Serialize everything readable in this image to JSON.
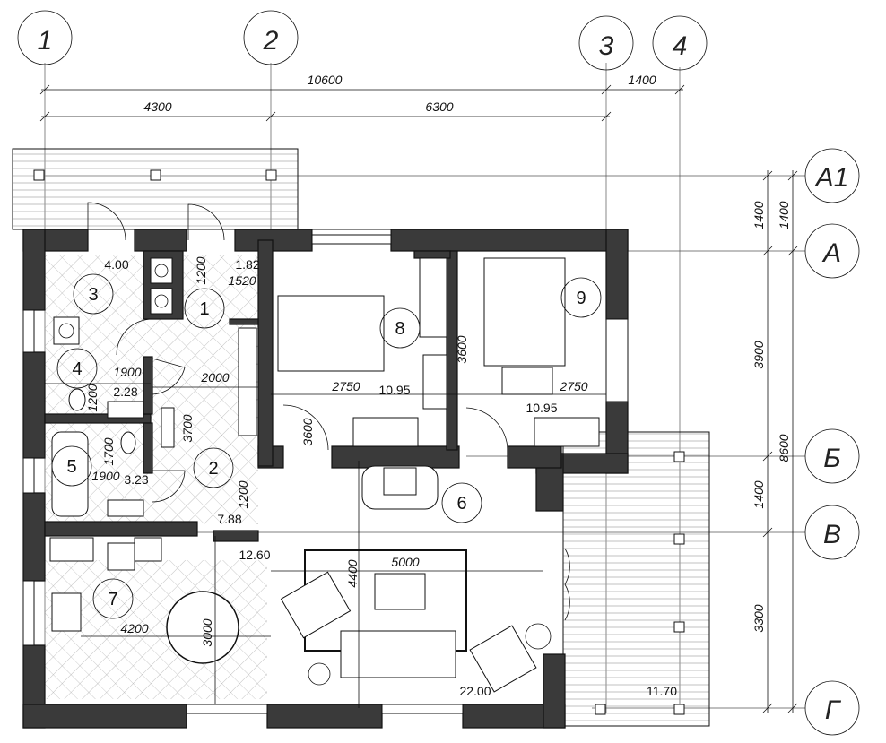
{
  "axes_top": [
    {
      "label": "1"
    },
    {
      "label": "2"
    },
    {
      "label": "3"
    },
    {
      "label": "4"
    }
  ],
  "axes_right": [
    {
      "label": "А1"
    },
    {
      "label": "А"
    },
    {
      "label": "Б"
    },
    {
      "label": "В"
    },
    {
      "label": "Г"
    }
  ],
  "dimensions_top": {
    "overall": "10600",
    "left": "4300",
    "middle": "6300",
    "right": "1400"
  },
  "dimensions_right": {
    "a1_a_outer": "1400",
    "a1_a_inner": "1400",
    "a_b": "3900",
    "overall": "8600",
    "b_v": "1400",
    "v_g": "3300"
  },
  "rooms": [
    {
      "number": "1",
      "area": "1.82"
    },
    {
      "number": "2",
      "area": "7.88"
    },
    {
      "number": "3",
      "area": "4.00"
    },
    {
      "number": "4",
      "area": "2.28"
    },
    {
      "number": "5",
      "area": "3.23"
    },
    {
      "number": "6",
      "area": "12.60"
    },
    {
      "number": "7",
      "area": ""
    },
    {
      "number": "8",
      "area": "10.95"
    },
    {
      "number": "9",
      "area": "10.95"
    }
  ],
  "extra_areas": {
    "living": "22.00",
    "terrace": "11.70"
  },
  "inner_dims": {
    "d1200_a": "1200",
    "d1520": "1520",
    "d1900_a": "1900",
    "d1200_b": "1200",
    "d2000": "2000",
    "d3700": "3700",
    "d1700": "1700",
    "d1900_b": "1900",
    "d1200_c": "1200",
    "d2750_a": "2750",
    "d2750_b": "2750",
    "d3600_a": "3600",
    "d3600_b": "3600",
    "d4400": "4400",
    "d5000": "5000",
    "d4200": "4200",
    "d3000": "3000"
  },
  "colors": {
    "wall": "#3a3a3a",
    "line": "#111111"
  }
}
